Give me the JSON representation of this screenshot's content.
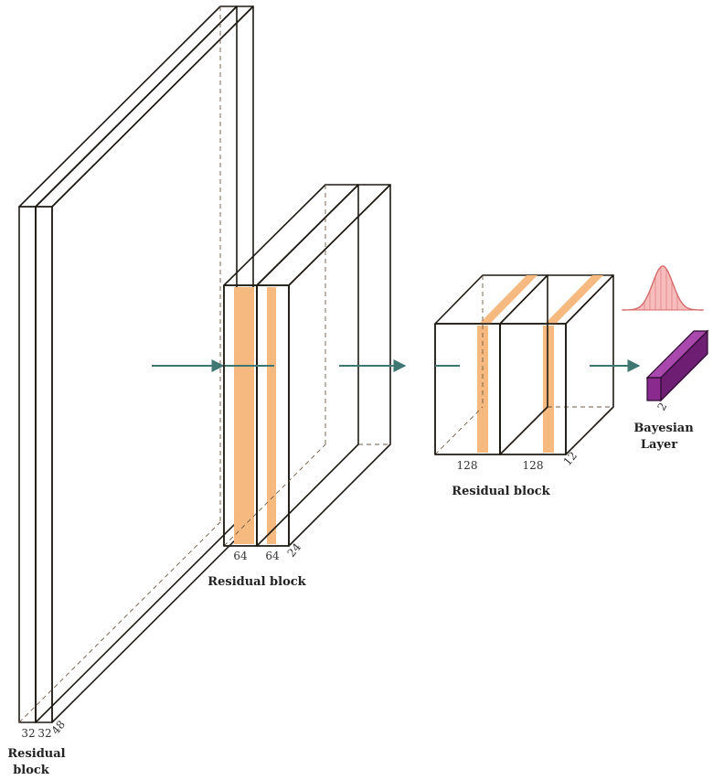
{
  "colors": {
    "slab_front": "#fbe3bd",
    "slab_band": "#f6ba80",
    "slab_side": "#f7b97b",
    "slab_top": "#fbd7a2",
    "bayes_front": "#8a2a8e",
    "bayes_top": "#a848ad",
    "bayes_side": "#6e1e73",
    "arrow": "#3e7672",
    "gauss_fill": "#f4a6a6",
    "gauss_line": "#d76a6a"
  },
  "block1": {
    "dim_a": "32",
    "dim_b": "32",
    "dim_depth": "48",
    "label_line1": "Residual",
    "label_line2": "block"
  },
  "block2": {
    "dim_a": "64",
    "dim_b": "64",
    "dim_depth": "24",
    "label": "Residual block"
  },
  "block3": {
    "dim_a": "128",
    "dim_b": "128",
    "dim_depth": "12",
    "label": "Residual block"
  },
  "bayes": {
    "dim": "2",
    "label_line1": "Bayesian",
    "label_line2": "Layer"
  }
}
